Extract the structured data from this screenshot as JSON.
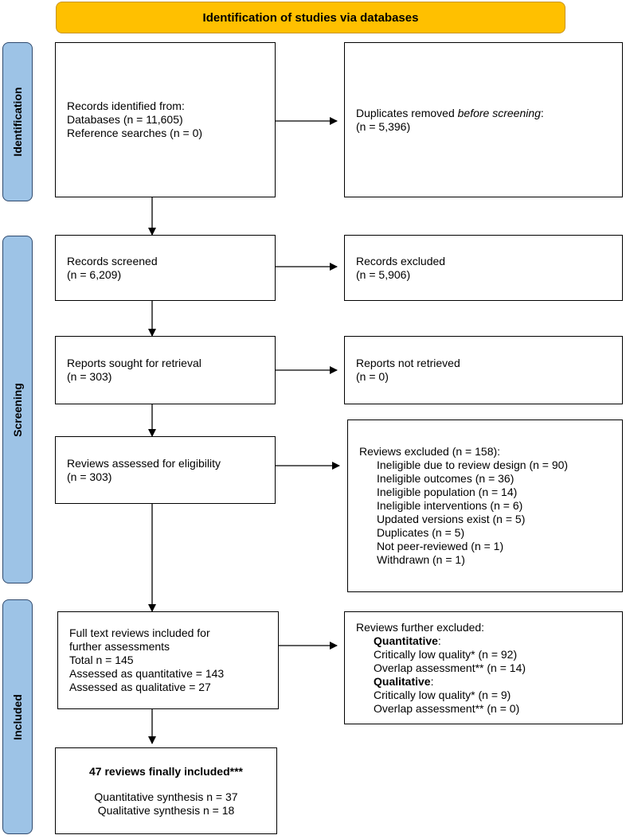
{
  "header": {
    "title": "Identification of studies via databases"
  },
  "sidebar": {
    "identification": "Identification",
    "screening": "Screening",
    "included": "Included"
  },
  "identification": {
    "records_identified": {
      "line1": "Records identified from:",
      "line2": "Databases (n = 11,605)",
      "line3": "Reference searches (n = 0)"
    },
    "duplicates_removed": {
      "prefix": "Duplicates removed ",
      "emph": "before screening",
      "suffix": ":",
      "count": "(n = 5,396)"
    }
  },
  "screening": {
    "records_screened": {
      "label": "Records screened",
      "count": "(n = 6,209)"
    },
    "records_excluded": {
      "label": "Records excluded",
      "count": "(n = 5,906)"
    },
    "reports_sought": {
      "label": "Reports sought for retrieval",
      "count": "(n = 303)"
    },
    "reports_not_retrieved": {
      "label": "Reports not retrieved",
      "count": "(n = 0)"
    },
    "reviews_assessed": {
      "label": "Reviews assessed for eligibility",
      "count": "(n = 303)"
    },
    "reviews_excluded": {
      "title": "Reviews excluded (n = 158):",
      "reasons": [
        "Ineligible due to review design (n = 90)",
        "Ineligible outcomes (n = 36)",
        "Ineligible population (n = 14)",
        "Ineligible interventions (n = 6)",
        "Updated versions exist (n = 5)",
        "Duplicates (n = 5)",
        "Not peer-reviewed (n = 1)",
        "Withdrawn (n = 1)"
      ]
    }
  },
  "included": {
    "full_text": {
      "line1": "Full text reviews included for",
      "line2": "further assessments",
      "line3": "Total n = 145",
      "line4": "Assessed as quantitative = 143",
      "line5": "Assessed as qualitative = 27"
    },
    "further_excluded": {
      "title": "Reviews further excluded:",
      "quant_heading": "Quantitative",
      "quant_colon": ":",
      "quant_items": [
        "Critically low quality* (n = 92)",
        "Overlap assessment** (n = 14)"
      ],
      "qual_heading": "Qualitative",
      "qual_colon": ":",
      "qual_items": [
        "Critically low quality* (n = 9)",
        "Overlap assessment** (n = 0)"
      ]
    },
    "final": {
      "headline": "47 reviews finally included***",
      "quant": "Quantitative synthesis n = 37",
      "qual": "Qualitative synthesis n = 18"
    }
  }
}
